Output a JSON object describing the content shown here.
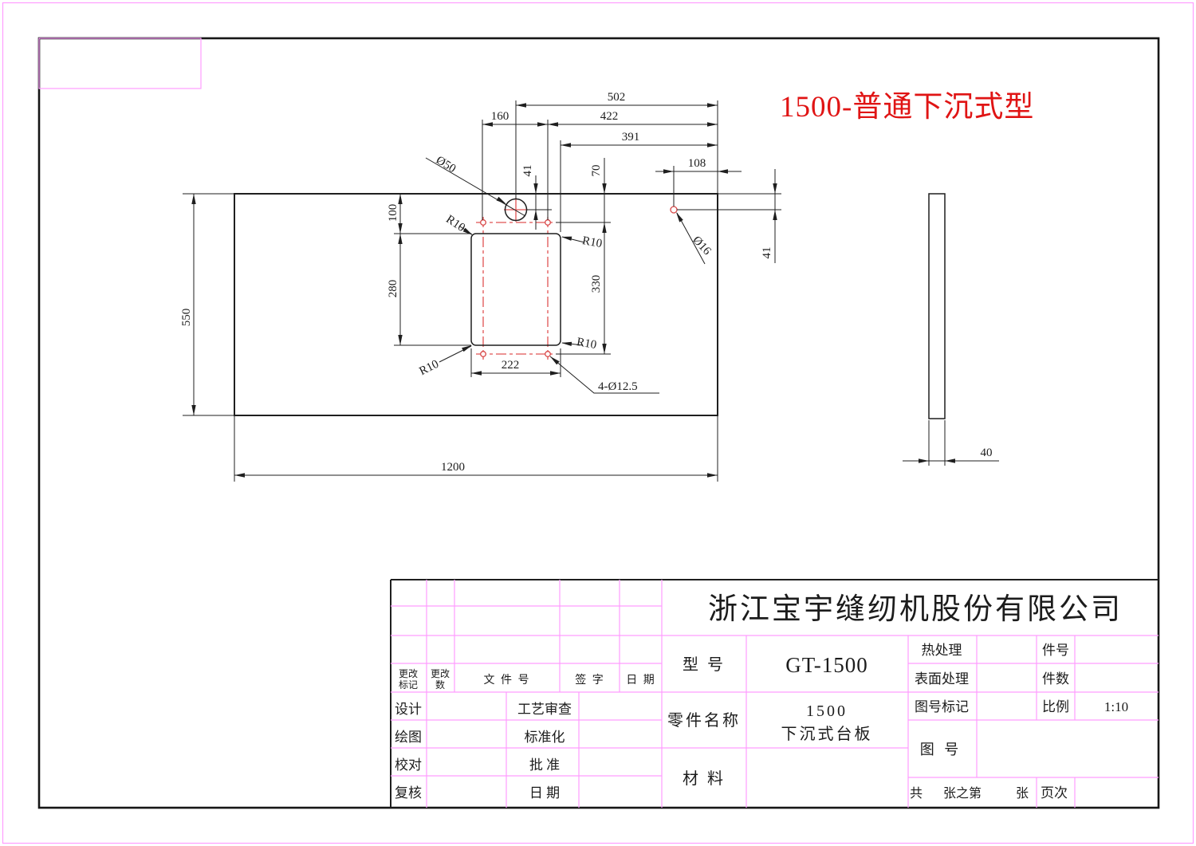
{
  "colors": {
    "ink": "#1f1f1f",
    "grid_pink": "#ff9dff",
    "centerline_red": "#e05353",
    "title_red": "#e01414"
  },
  "annotation": {
    "drawing_title": "1500-普通下沉式型"
  },
  "dims": {
    "top_502": "502",
    "top_160": "160",
    "top_422": "422",
    "top_391": "391",
    "top_108": "108",
    "left_550": "550",
    "left_100": "100",
    "left_280": "280",
    "mid_41_left": "41",
    "mid_70": "70",
    "mid_330": "330",
    "right_41": "41",
    "cutout_222": "222",
    "bottom_1200": "1200",
    "side_40": "40",
    "dia_50": "Ø50",
    "dia_16": "Ø16",
    "holes_callout": "4-Ø12.5",
    "r10_tl": "R10",
    "r10_tr": "R10",
    "r10_br": "R10",
    "r10_bl": "R10"
  },
  "title_block": {
    "company": "浙江宝宇缝纫机股份有限公司",
    "model_label": "型  号",
    "model_value": "GT-1500",
    "part_name_label": "零件名称",
    "part_name_line1": "1500",
    "part_name_line2": "下沉式台板",
    "material_label": "材  料",
    "heat_treat_label": "热处理",
    "surface_label": "表面处理",
    "fig_mark_label": "图号标记",
    "fig_no_label": "图  号",
    "item_no_label": "件号",
    "item_qty_label": "件数",
    "scale_label": "比例",
    "scale_value": "1:10",
    "sheet_total_label": "共",
    "sheet_of_label": "张之第",
    "sheet_unit_label": "张",
    "page_label": "页次",
    "rev_mark_line1": "更改",
    "rev_mark_line2": "标记",
    "rev_qty_line1": "更改",
    "rev_qty_line2": "数",
    "file_no_label": "文 件 号",
    "sign_label": "签 字",
    "date_label": "日 期",
    "design_label": "设计",
    "process_review_label": "工艺审查",
    "draft_label": "绘图",
    "standardize_label": "标准化",
    "proof_label": "校对",
    "approve_label": "批  准",
    "recheck_label": "复核",
    "date2_label": "日  期"
  }
}
